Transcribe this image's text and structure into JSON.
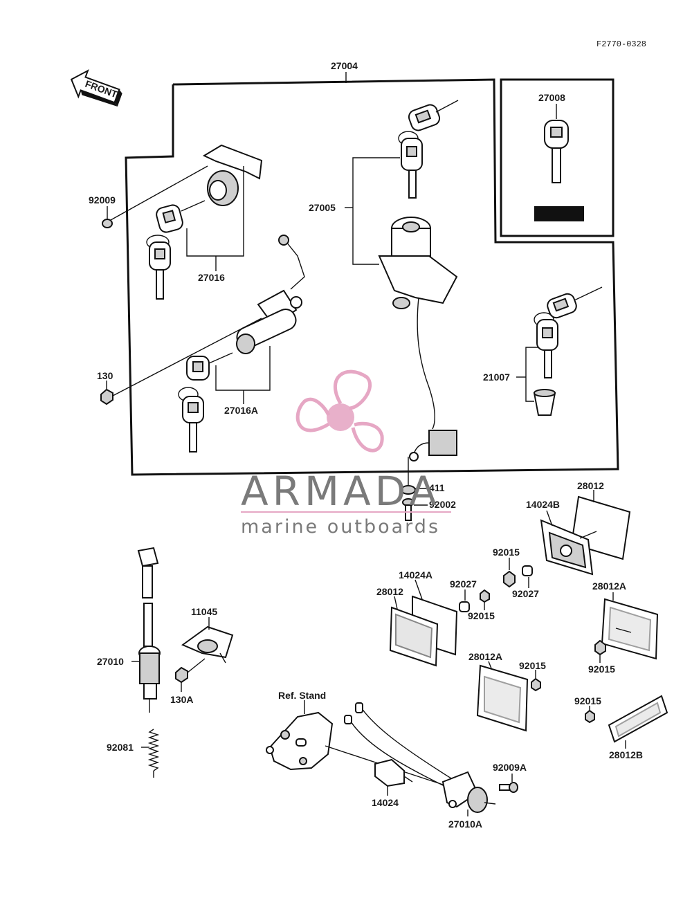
{
  "diagram_code": "F2770-0328",
  "front_label": "FRONT",
  "watermark": {
    "title": "ARMADA",
    "subtitle": "marine outboards",
    "accent_color": "#e6a7c4",
    "text_color": "#7a7a7a"
  },
  "labels": {
    "p27004": "27004",
    "p27008": "27008",
    "p92009": "92009",
    "p27005": "27005",
    "p27016": "27016",
    "p130": "130",
    "p27016A": "27016A",
    "p21007": "21007",
    "p411": "411",
    "p92002": "92002",
    "p28012_top": "28012",
    "p14024B": "14024B",
    "p92015_a": "92015",
    "p92027_a": "92027",
    "p14024A": "14024A",
    "p92027_b": "92027",
    "p28012_left": "28012",
    "p92015_b": "92015",
    "p28012A_right": "28012A",
    "p92015_c": "92015",
    "p28012A_mid": "28012A",
    "p92015_d": "92015",
    "p92015_e": "92015",
    "p28012B": "28012B",
    "p11045": "11045",
    "p27010": "27010",
    "p130A": "130A",
    "p92081": "92081",
    "ref_stand": "Ref. Stand",
    "p92009A": "92009A",
    "p14024": "14024",
    "p27010A": "27010A"
  }
}
